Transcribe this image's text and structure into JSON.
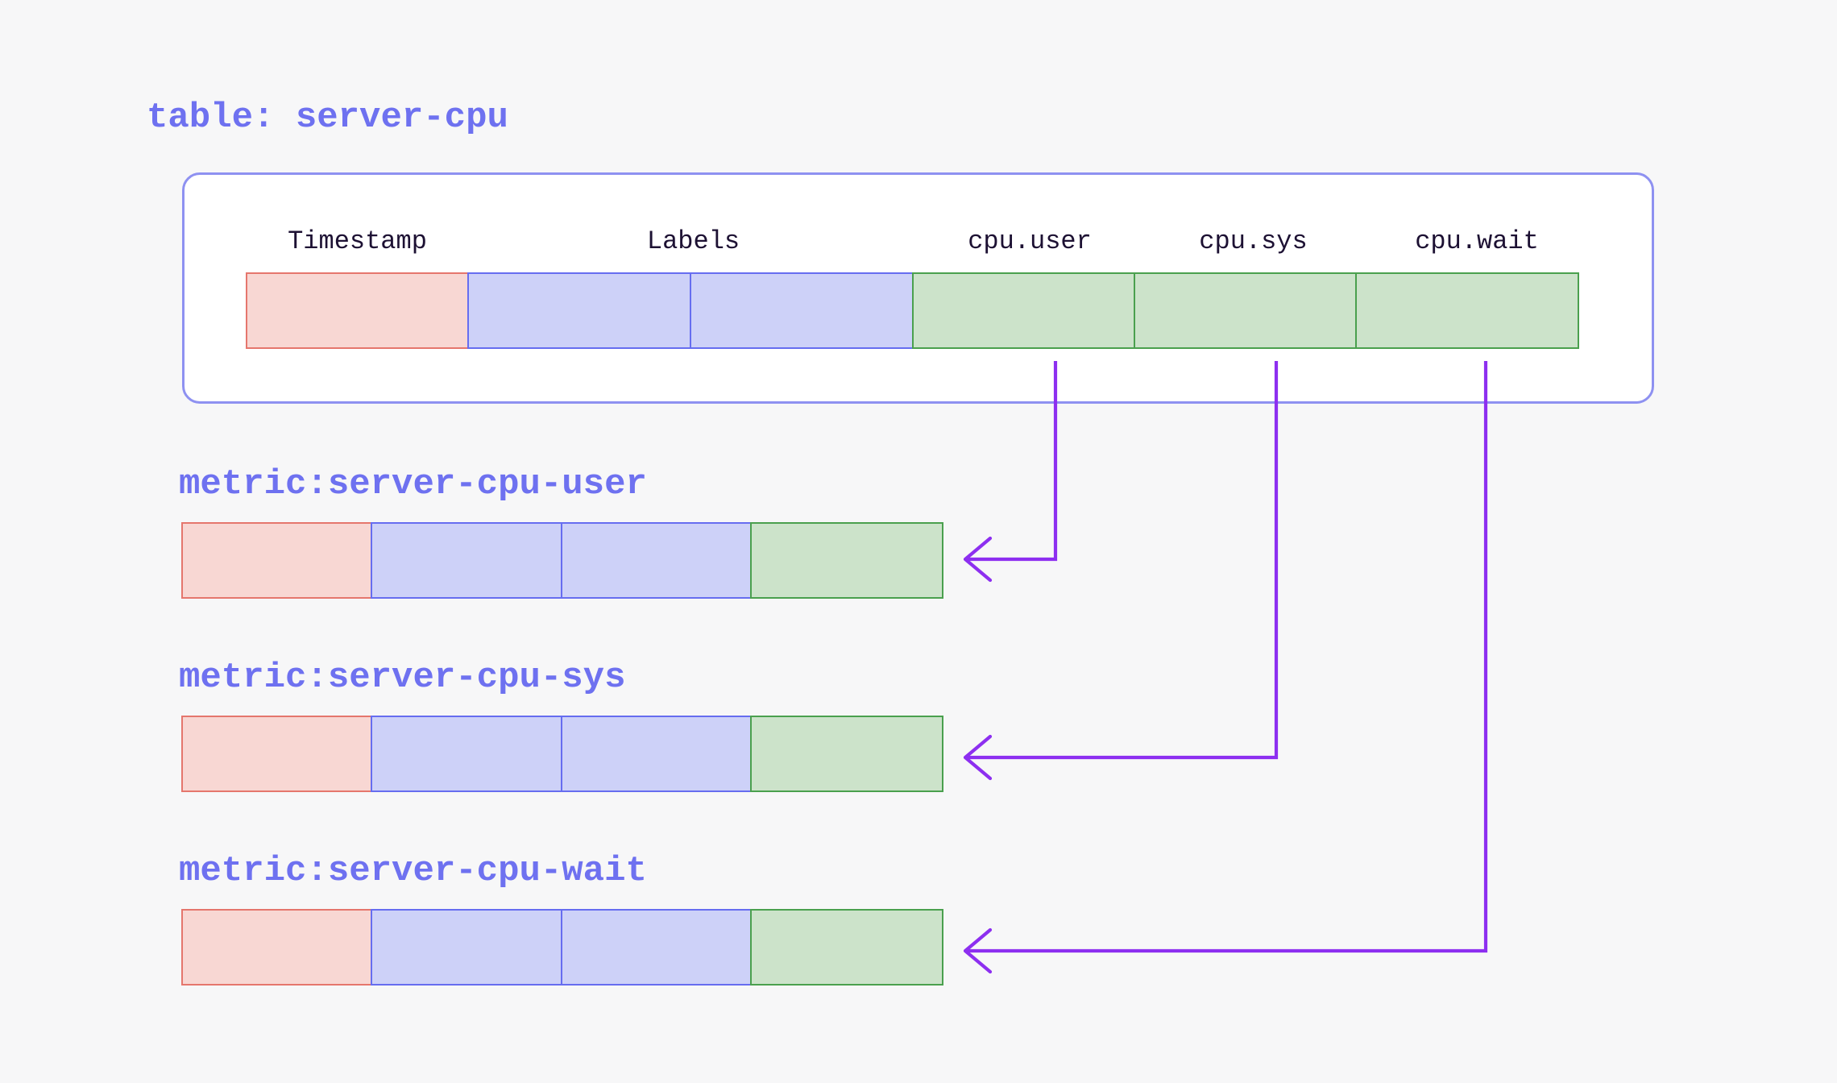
{
  "diagram": {
    "title": "table: server-cpu",
    "table": {
      "headers": [
        "Timestamp",
        "Labels",
        "cpu.user",
        "cpu.sys",
        "cpu.wait"
      ],
      "row_cells": [
        "timestamp",
        "label",
        "label",
        "field",
        "field",
        "field"
      ]
    },
    "metrics": [
      {
        "label": "metric:server-cpu-user",
        "from_column": "cpu.user",
        "row_cells": [
          "timestamp",
          "label",
          "label",
          "field"
        ]
      },
      {
        "label": "metric:server-cpu-sys",
        "from_column": "cpu.sys",
        "row_cells": [
          "timestamp",
          "label",
          "label",
          "field"
        ]
      },
      {
        "label": "metric:server-cpu-wait",
        "from_column": "cpu.wait",
        "row_cells": [
          "timestamp",
          "label",
          "label",
          "field"
        ]
      }
    ],
    "connections": [
      {
        "from": "cpu.user",
        "to": "metric:server-cpu-user"
      },
      {
        "from": "cpu.sys",
        "to": "metric:server-cpu-sys"
      },
      {
        "from": "cpu.wait",
        "to": "metric:server-cpu-wait"
      }
    ],
    "cell_types": {
      "timestamp": "timestamp column",
      "label": "labels column",
      "field": "metric value column"
    },
    "colors": {
      "background": "#f7f7f8",
      "box_border": "#8e91f1",
      "box_fill": "#ffffff",
      "accent_text": "#6e71f0",
      "header_text": "#1d1133",
      "arrow": "#8d2ff0",
      "timestamp_fill": "#f8d7d3",
      "timestamp_border": "#e5766d",
      "label_fill": "#cdd1f8",
      "label_border": "#666df0",
      "field_fill": "#cce3ca",
      "field_border": "#4aa04e"
    }
  }
}
